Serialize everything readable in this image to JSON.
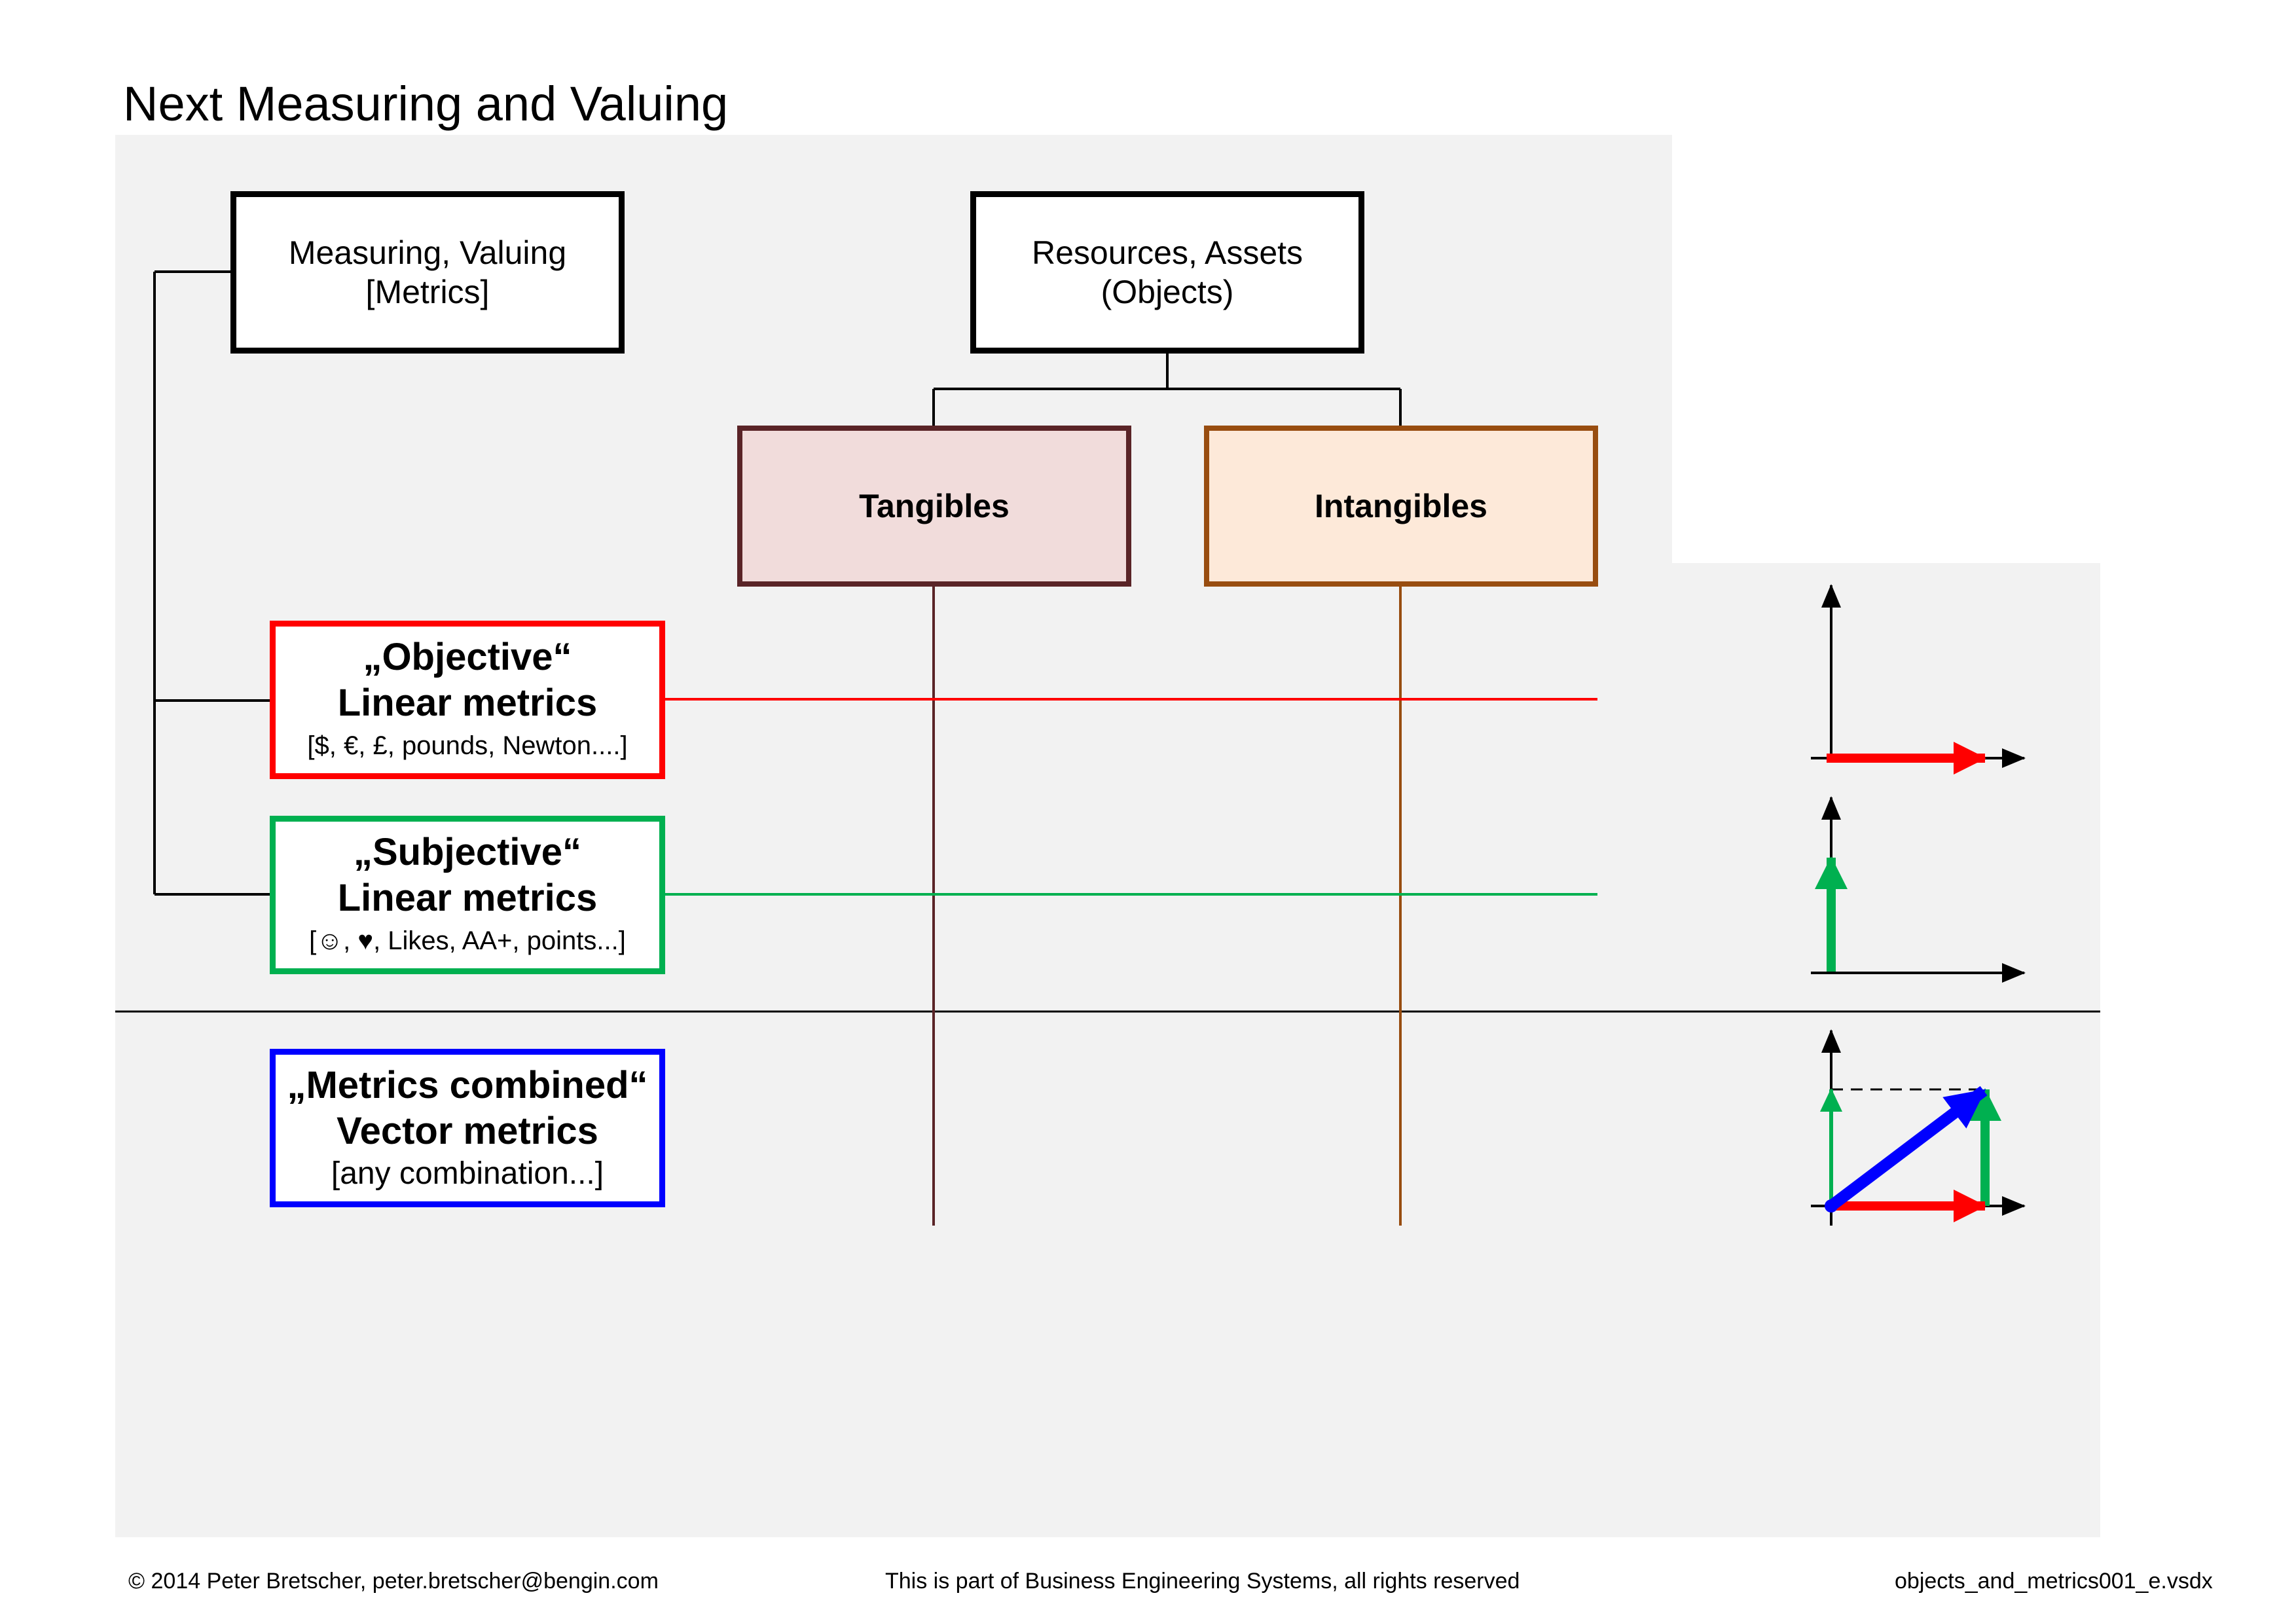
{
  "title": "Next Measuring and Valuing",
  "boxes": {
    "measuring": {
      "line1": "Measuring, Valuing",
      "line2": "[Metrics]"
    },
    "resources": {
      "line1": "Resources, Assets",
      "line2": "(Objects)"
    },
    "tangibles": "Tangibles",
    "intangibles": "Intangibles",
    "objective": {
      "line1": "„Objective“",
      "line2": "Linear metrics",
      "line3": "[$, €, £, pounds, Newton....]"
    },
    "subjective": {
      "line1": "„Subjective“",
      "line2": "Linear metrics",
      "line3": "[☺, ♥, Likes, AA+, points...]"
    },
    "combined": {
      "line1": "„Metrics combined“",
      "line2": "Vector metrics",
      "line3": "[any combination...]"
    }
  },
  "colors": {
    "background_panel": "#f2f2f2",
    "tangibles_border": "#5a2427",
    "tangibles_fill": "#f1dcdb",
    "intangibles_border": "#984d10",
    "intangibles_fill": "#fde9d9",
    "objective": "#ff0000",
    "subjective": "#00b050",
    "combined": "#0000ff"
  },
  "icons": [
    "objective-vector-icon",
    "subjective-vector-icon",
    "combined-vector-icon"
  ],
  "footer": {
    "left": "© 2014 Peter Bretscher, peter.bretscher@bengin.com",
    "center": "This is part of Business Engineering Systems, all rights reserved",
    "right": "objects_and_metrics001_e.vsdx"
  }
}
